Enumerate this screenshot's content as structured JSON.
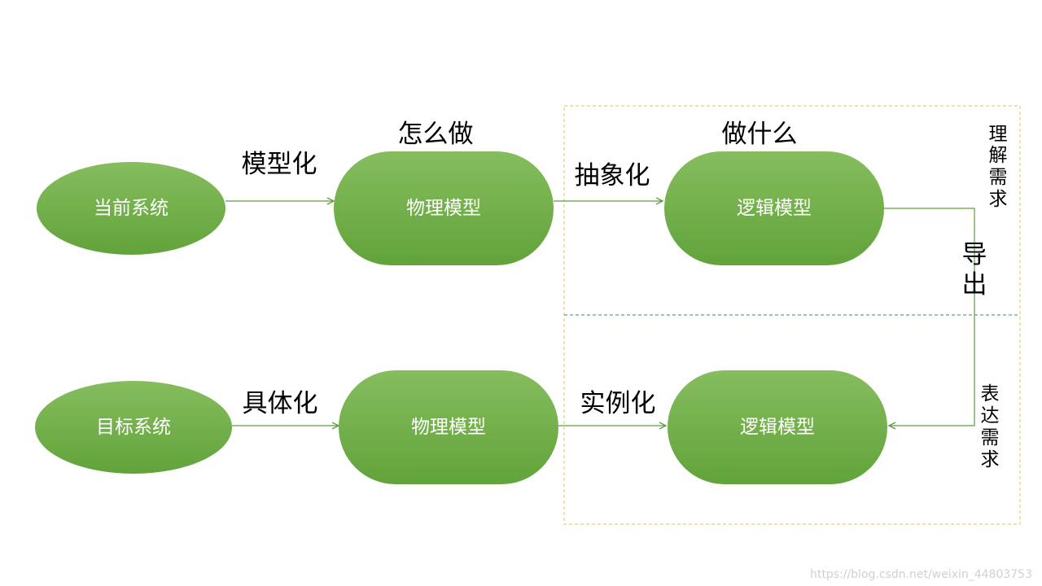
{
  "nodes": {
    "current_system": "当前系统",
    "physical_model_top": "物理模型",
    "logical_model_top": "逻辑模型",
    "target_system": "目标系统",
    "physical_model_bottom": "物理模型",
    "logical_model_bottom": "逻辑模型"
  },
  "labels": {
    "modeling": "模型化",
    "how_to_do": "怎么做",
    "abstraction": "抽象化",
    "what_to_do": "做什么",
    "concretization": "具体化",
    "instantiation": "实例化",
    "understand_requirements": [
      "理",
      "解",
      "需",
      "求"
    ],
    "derive": [
      "导",
      "出"
    ],
    "express_requirements": [
      "表",
      "达",
      "需",
      "求"
    ]
  },
  "watermark": "https://blog.csdn.net/weixin_44803753",
  "colors": {
    "node_top": "#86bd5e",
    "node_bottom": "#61a33a",
    "arrow": "#5e9c3e",
    "dashed_box": "#e3c25a",
    "divider": "#4d7a8a"
  }
}
